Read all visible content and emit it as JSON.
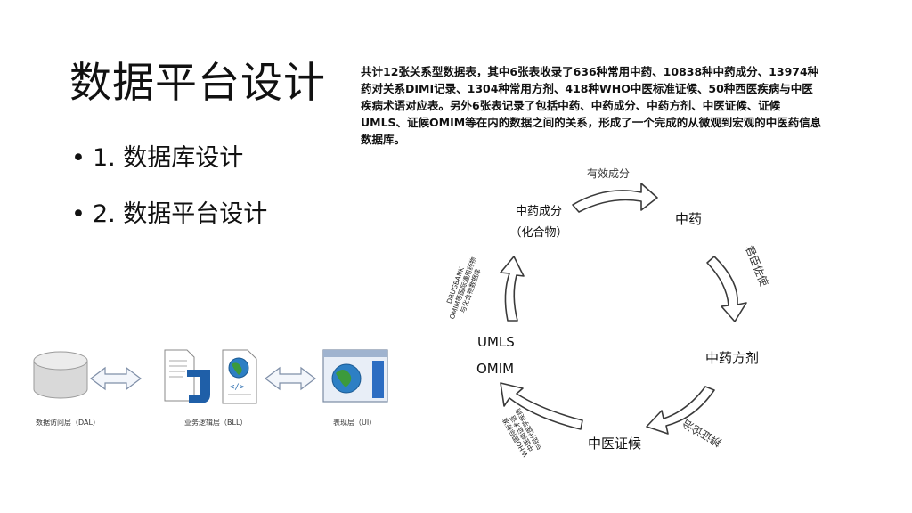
{
  "slide": {
    "title": "数据平台设计",
    "bullets": [
      {
        "num": "1.",
        "text": "数据库设计"
      },
      {
        "num": "2.",
        "text": "数据平台设计"
      }
    ],
    "description": "共计12张关系型数据表，其中6张表收录了636种常用中药、10838种中药成分、13974种药对关系DIMI记录、1304种常用方剂、418种WHO中医标准证候、50种西医疾病与中医疾病术语对应表。另外6张表记录了包括中药、中药成分、中药方剂、中医证候、证候UMLS、证候OMIM等在内的数据之间的关系，形成了一个完成的从微观到宏观的中医药信息数据库。"
  },
  "architecture": {
    "dal": "数据访问层（DAL）",
    "bll": "业务逻辑层（BLL）",
    "ui": "表现层（UI）"
  },
  "cycle": {
    "nodes": {
      "ingredient": "中药成分",
      "ingredient_sub": "（化合物）",
      "herb": "中药",
      "prescription": "中药方剂",
      "syndrome": "中医证候",
      "umls": "UMLS",
      "omim": "OMIM"
    },
    "edges": {
      "effective": "有效成分",
      "junchen": "君臣佐使",
      "bianzheng": "辨证论治",
      "who": [
        "WHO国际标准",
        "中医病证术语",
        "与现代医学疾病"
      ],
      "drugbank": [
        "DRUGBANK",
        "OMIM等国际通用药物",
        "与化合物数据库"
      ]
    }
  },
  "colors": {
    "arrow_stroke": "#3a3a3a",
    "icon_blue": "#1f5fa8",
    "cylinder": "#d9d9d9"
  }
}
